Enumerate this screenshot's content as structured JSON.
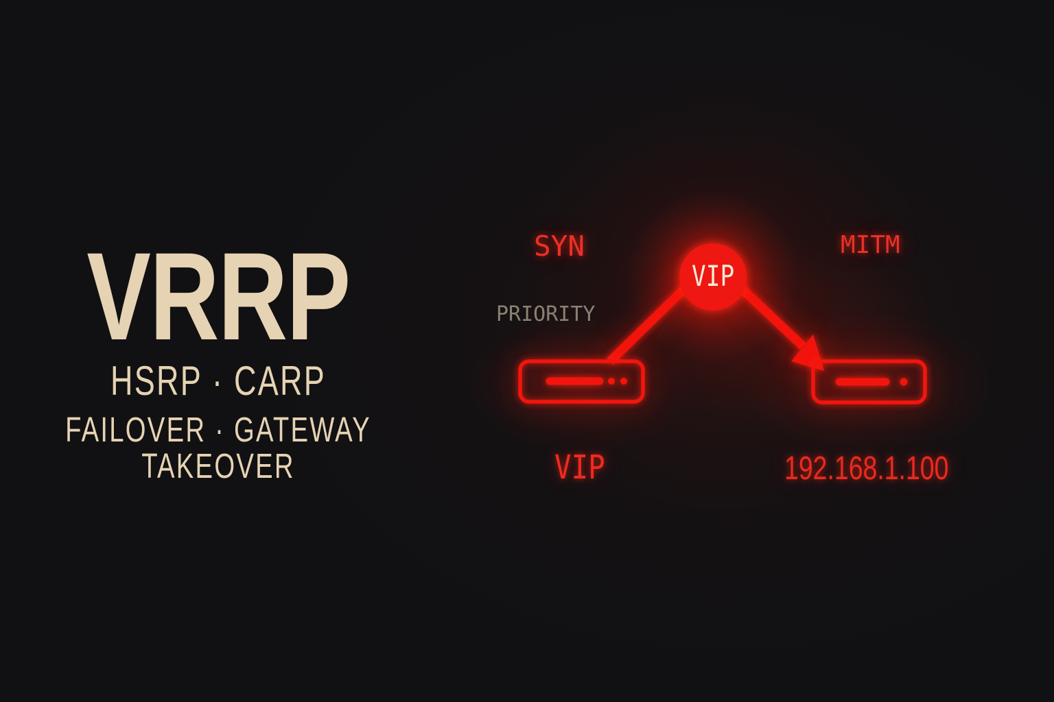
{
  "title_block": {
    "main": "VRRP",
    "line2": "HSRP · CARP",
    "line3": "FAILOVER · GATEWAY",
    "line4": "TAKEOVER"
  },
  "diagram": {
    "syn_label": "SYN",
    "priority_label": "PRIORITY",
    "mitm_label": "MITM",
    "vip_node_label": "VIP",
    "left_router_label": "VIP",
    "right_router_label": "192.168.1.100"
  },
  "icons": {
    "vip_node": "vip-circle-node",
    "left_router": "router-icon",
    "right_router": "router-icon",
    "attack_arrow": "arrow-icon"
  },
  "colors": {
    "background": "#111113",
    "cream_text": "#e6d3b3",
    "neon_red": "#f2150e",
    "red_text": "#ee2f26",
    "priority_gray": "#8b8173",
    "vip_node_text": "#f6ead6"
  }
}
